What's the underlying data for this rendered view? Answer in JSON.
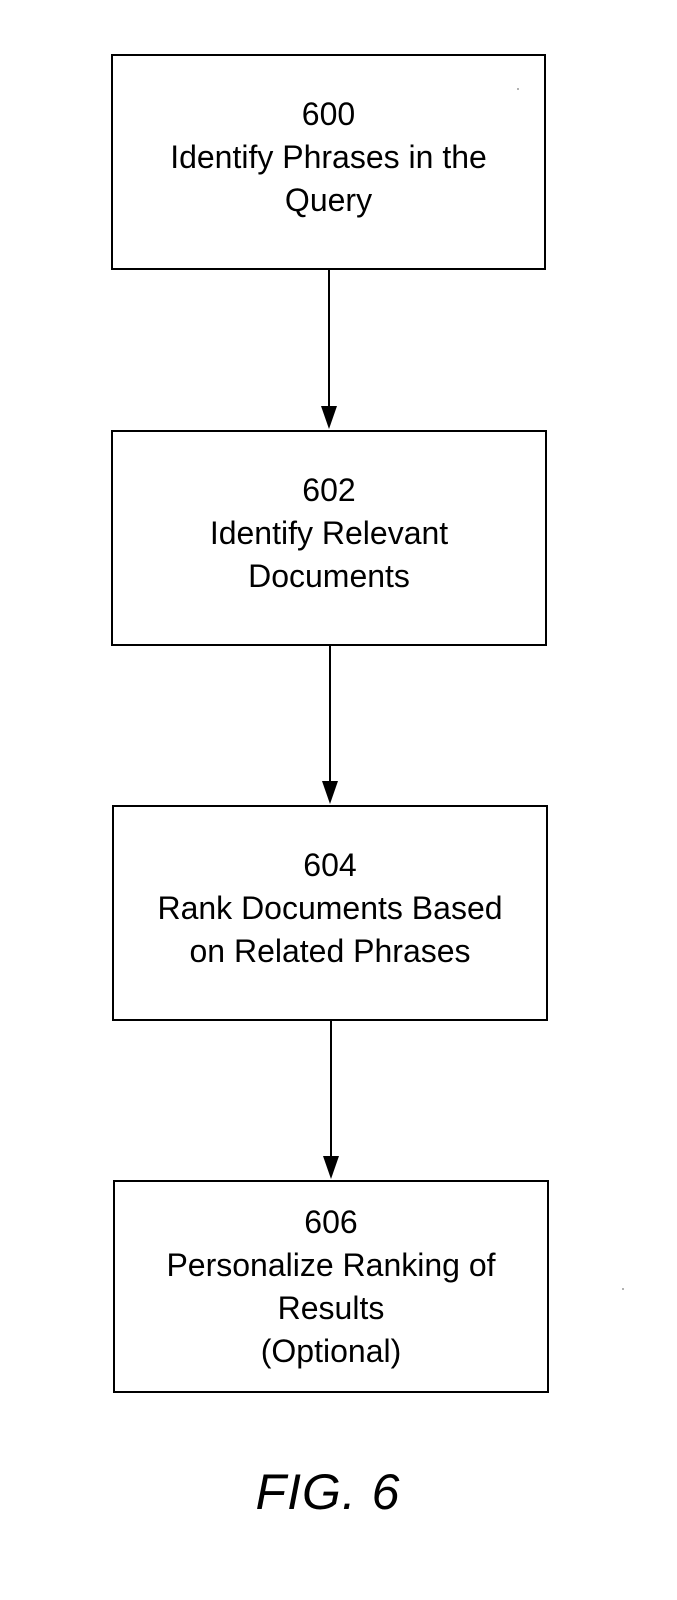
{
  "steps": [
    {
      "number": "600",
      "lines": [
        "Identify Phrases in the",
        "Query"
      ]
    },
    {
      "number": "602",
      "lines": [
        "Identify Relevant",
        "Documents"
      ]
    },
    {
      "number": "604",
      "lines": [
        "Rank Documents Based",
        "on Related Phrases"
      ]
    },
    {
      "number": "606",
      "lines": [
        "Personalize Ranking of",
        "Results",
        "(Optional)"
      ]
    }
  ],
  "caption": "FIG. 6"
}
